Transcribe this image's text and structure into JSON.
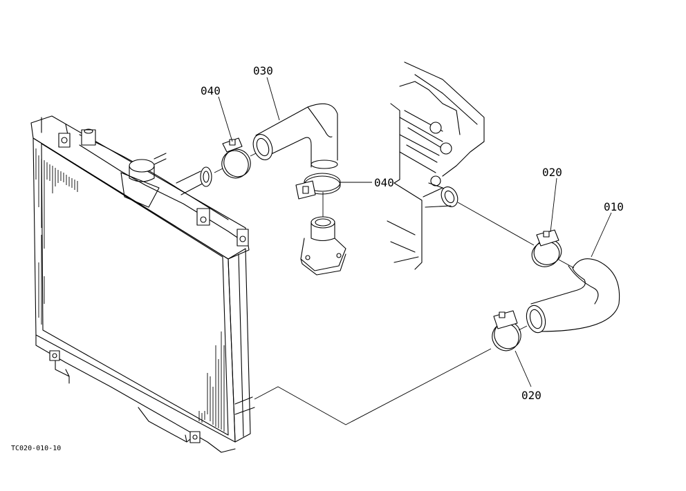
{
  "figure": {
    "code": "TC020-010-10"
  },
  "callouts": {
    "hose_lower": "010",
    "clamp_lower_upper": "020",
    "clamp_lower_lower": "020",
    "hose_upper": "030",
    "clamp_upper_left": "040",
    "clamp_upper_right": "040"
  },
  "colors": {
    "line": "#000000",
    "background": "#ffffff"
  }
}
